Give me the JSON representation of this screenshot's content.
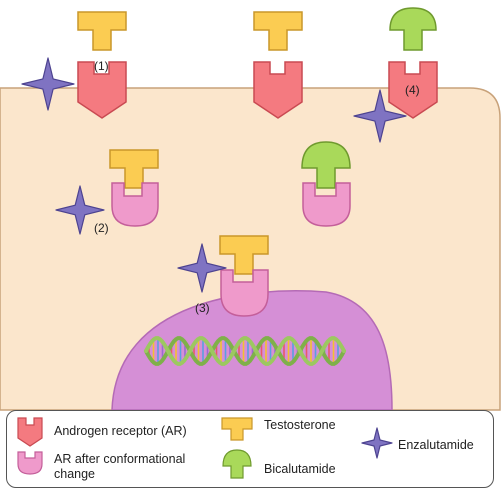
{
  "labels": {
    "step1": "(1)",
    "step2": "(2)",
    "step3": "(3)",
    "step4": "(4)"
  },
  "legend": {
    "androgen_receptor": "Androgen receptor (AR)",
    "ar_conformational_line1": "AR after conformational",
    "ar_conformational_line2": "change",
    "testosterone": "Testosterone",
    "bicalutamide": "Bicalutamide",
    "enzalutamide": "Enzalutamide"
  },
  "colors": {
    "cell": "#fbe6cc",
    "cell_border": "#c8a27a",
    "nucleus": "#d58fd6",
    "nucleus_border": "#b46ab6",
    "receptor": "#f47a80",
    "receptor_border": "#c94a52",
    "ar_conformational": "#ef9acb",
    "ar_conformational_border": "#c45f9a",
    "testosterone": "#fbcc52",
    "testosterone_border": "#c9972a",
    "bicalutamide": "#a9d95a",
    "bicalutamide_border": "#6f9a2e",
    "enzalutamide": "#7f73c2",
    "enzalutamide_border": "#4d4390",
    "dna_strand": "#7fb04a"
  },
  "icons": [
    "androgen-receptor-icon",
    "conformational-ar-icon",
    "testosterone-icon",
    "bicalutamide-icon",
    "enzalutamide-icon",
    "dna-helix-icon"
  ]
}
